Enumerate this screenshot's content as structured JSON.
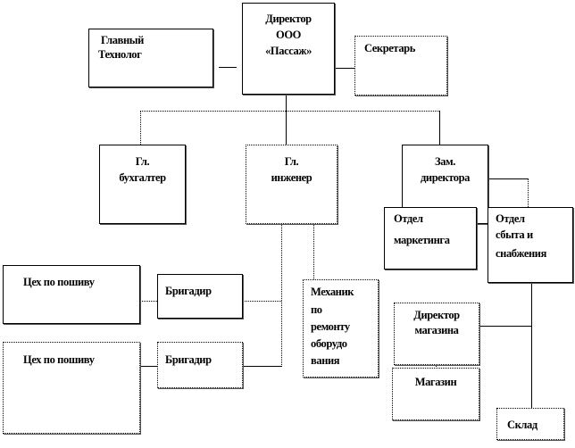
{
  "director": [
    "Директор",
    "ООО",
    "«Пассаж»"
  ],
  "chief_technologist": [
    "Главный",
    "Технолог"
  ],
  "secretary": "Секретарь",
  "chief_accountant": [
    "Гл.",
    "бухгалтер"
  ],
  "chief_engineer": [
    "Гл.",
    "инженер"
  ],
  "deputy_director": [
    "Зам.",
    "директора"
  ],
  "marketing_dept": [
    "Отдел",
    "маркетинга"
  ],
  "sales_dept": [
    "Отдел",
    "сбыта и",
    "снабжения"
  ],
  "workshop_1": "Цех  по пошиву",
  "foreman_1": "Бригадир",
  "workshop_2": "Цех  по пошиву",
  "foreman_2": "Бригадир",
  "mechanic": [
    "Механик",
    "по",
    "ремонту",
    "оборудо",
    "вания"
  ],
  "store_director": [
    "Директор",
    "магазина"
  ],
  "store": "Магазин",
  "warehouse": "Склад"
}
